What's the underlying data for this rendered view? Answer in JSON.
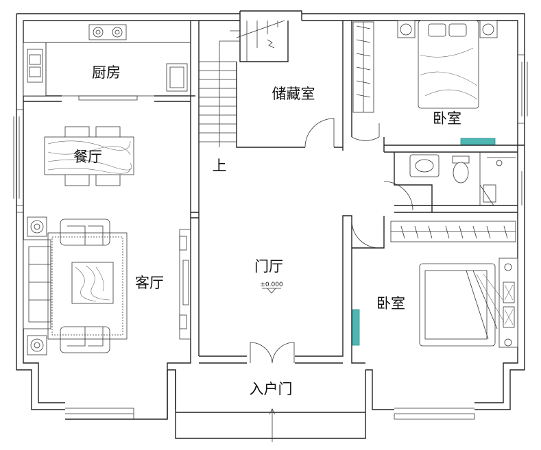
{
  "rooms": {
    "kitchen": "厨房",
    "dining": "餐厅",
    "storage": "储藏室",
    "bedroom_top": "卧室",
    "stairs_up": "上",
    "foyer": "门厅",
    "elevation": "±0.000",
    "living": "客厅",
    "bedroom_bottom": "卧室",
    "entrance": "入户门"
  },
  "colors": {
    "wall": "#222222",
    "ac_unit": "#4fb7b3"
  }
}
